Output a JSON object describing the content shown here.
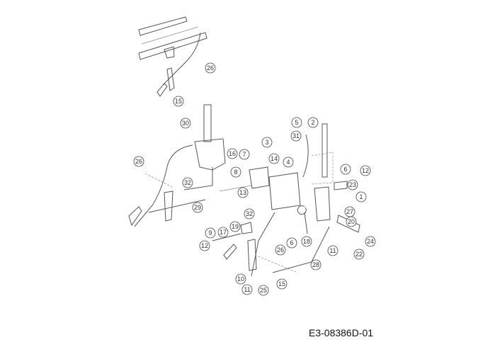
{
  "diagram": {
    "drawing_id": "E3-08386D-01",
    "callouts": [
      "26",
      "15",
      "30",
      "16",
      "7",
      "26",
      "32",
      "29",
      "3",
      "14",
      "8",
      "4",
      "13",
      "5",
      "2",
      "31",
      "6",
      "12",
      "23",
      "1",
      "27",
      "20",
      "24",
      "22",
      "11",
      "18",
      "6",
      "26",
      "28",
      "32",
      "19",
      "17",
      "9",
      "12",
      "10",
      "11",
      "25",
      "15"
    ]
  }
}
